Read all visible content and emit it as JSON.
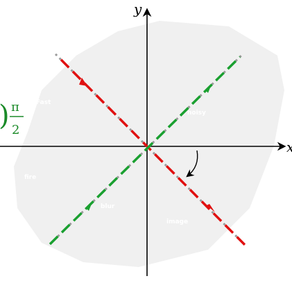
{
  "axes": {
    "x_label": "x",
    "y_label": "y"
  },
  "angle_label": {
    "paren": ")",
    "numerator": "π",
    "denominator": "2"
  },
  "watermark": {
    "words": [
      "Fast",
      "noisy",
      "fire",
      "blur",
      "image"
    ]
  },
  "colors": {
    "background_blob": "#f0f0f0",
    "axis": "#000000",
    "guide_line": "#9a9a9a",
    "red_line": "#e01010",
    "green_line": "#1aa030",
    "label_green": "#1a8a28"
  }
}
